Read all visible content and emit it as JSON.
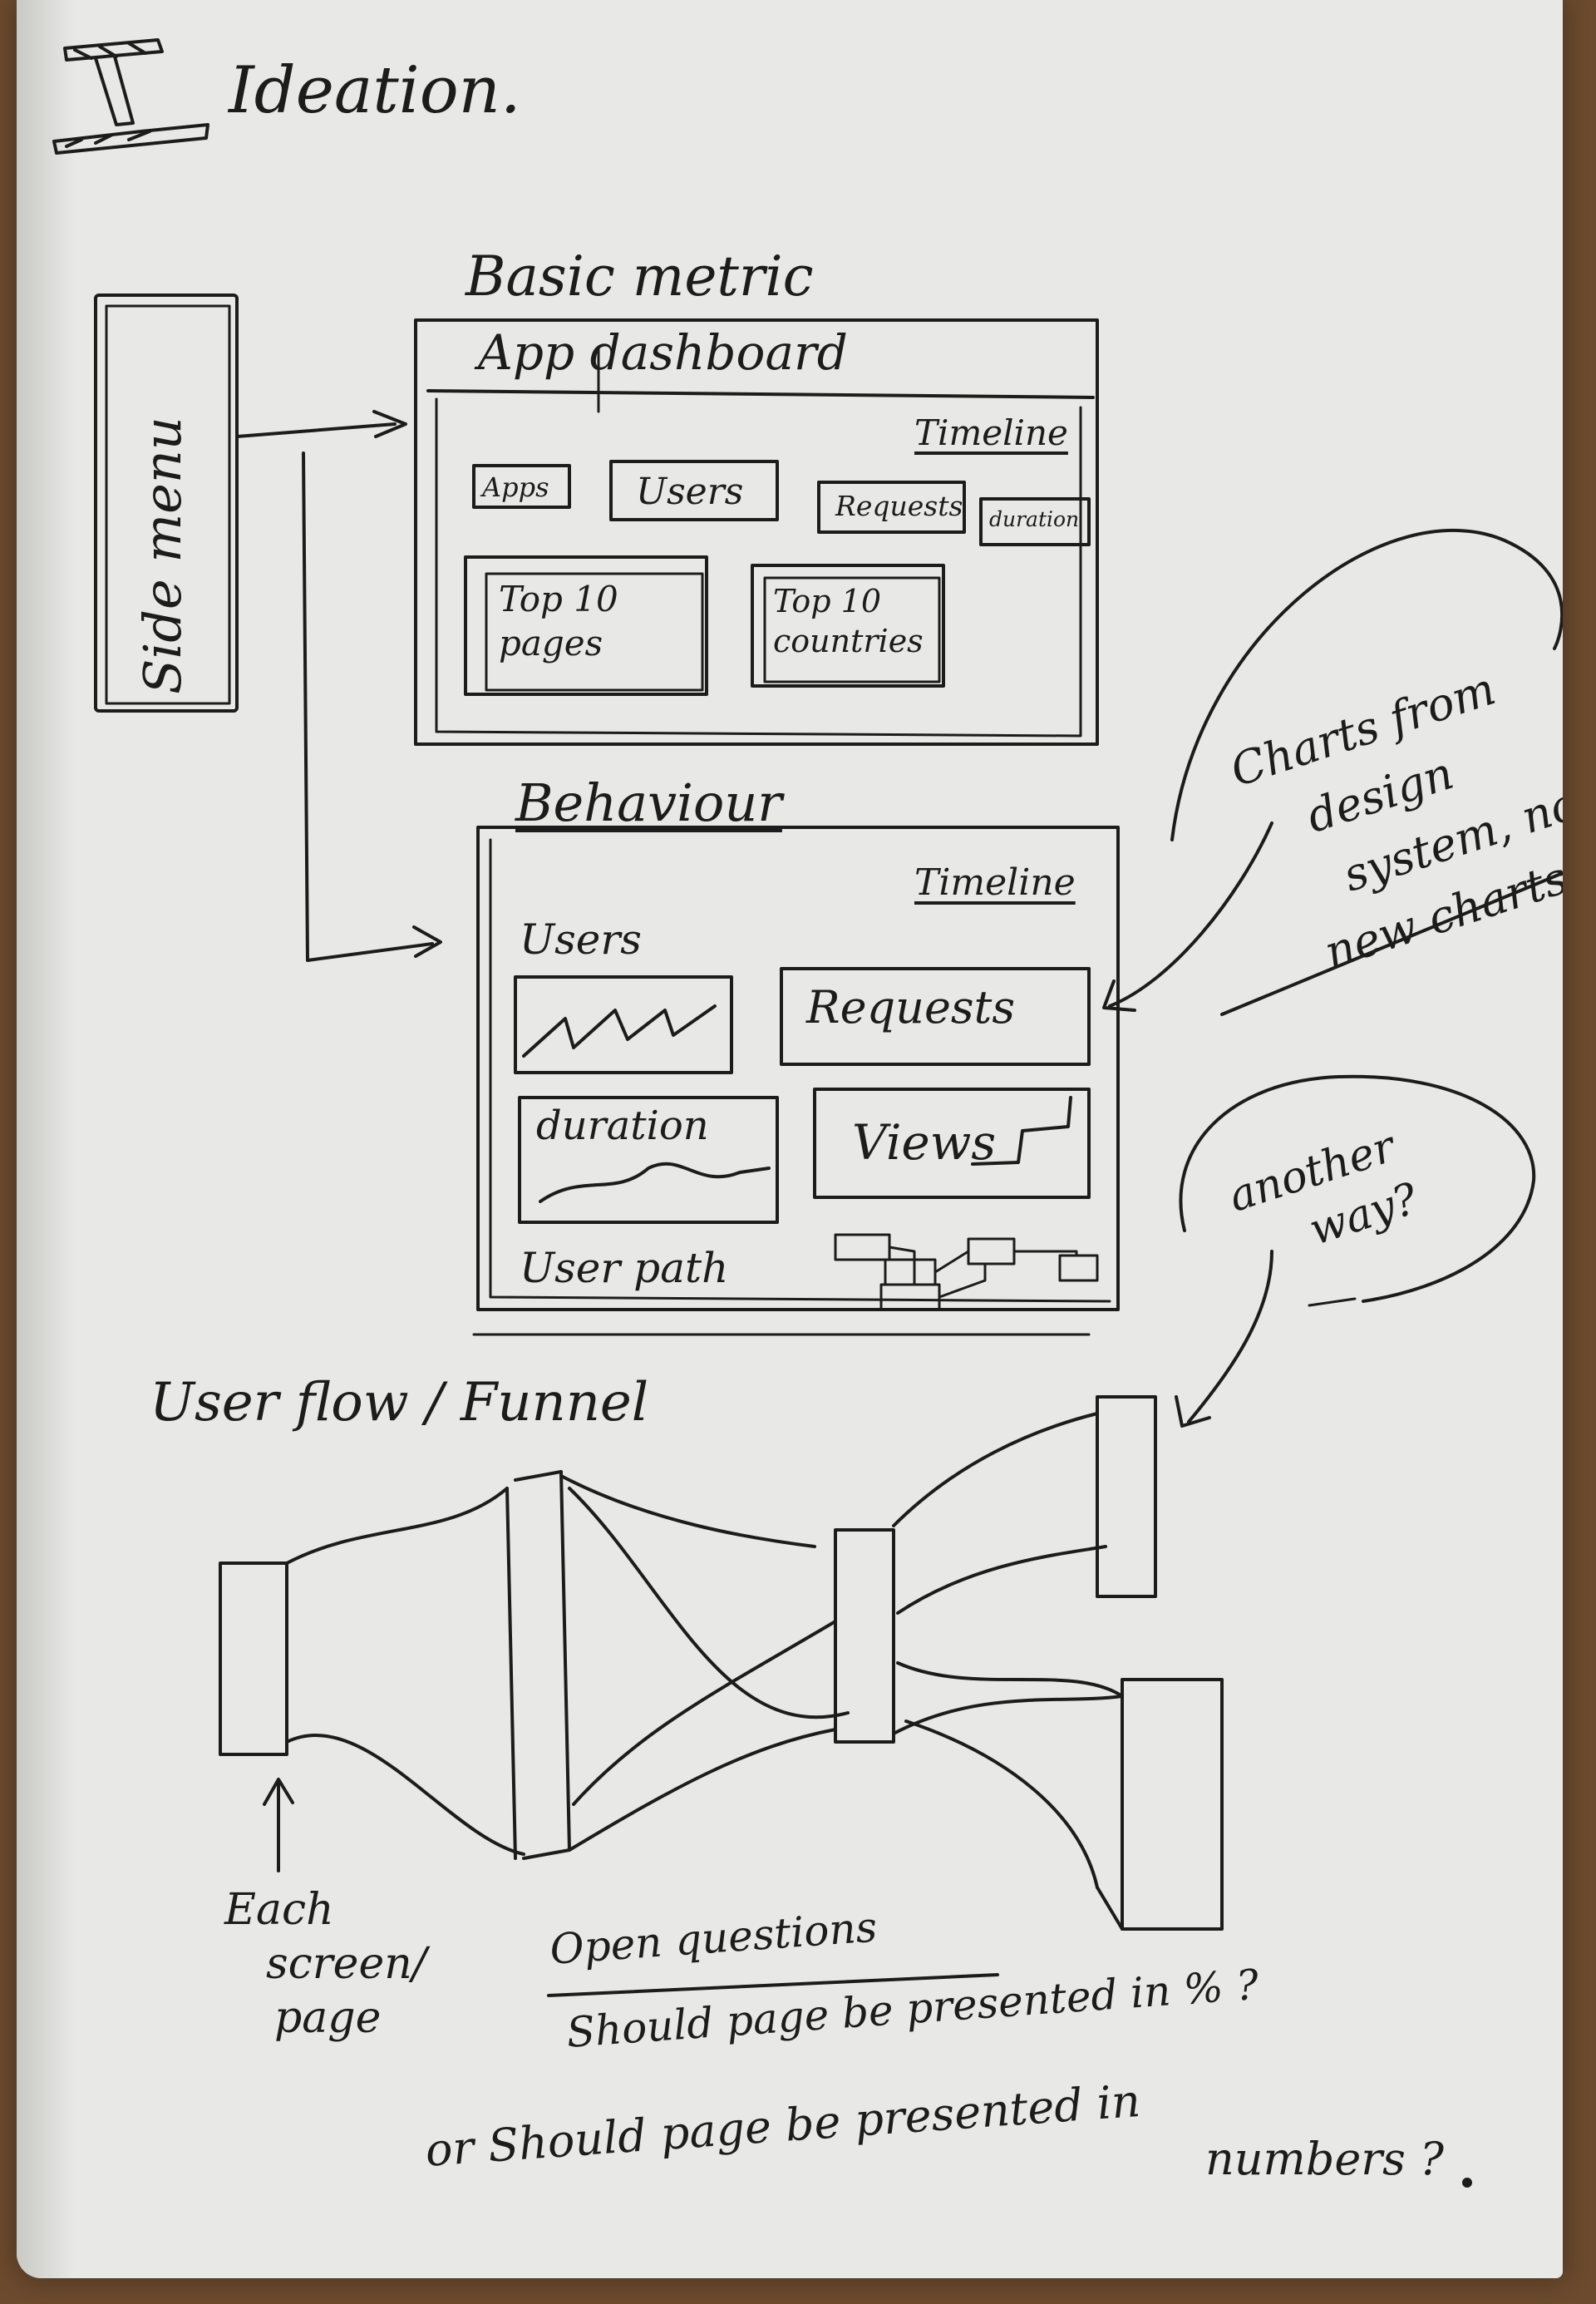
{
  "title": "Ideation.",
  "side_menu": {
    "label": "Side menu"
  },
  "basic_metric": {
    "heading": "Basic metric",
    "dashboard_title": "App dashboard",
    "timeline": "Timeline",
    "cards": [
      "Apps",
      "Users",
      "Requests",
      "duration"
    ],
    "panels": [
      "Top 10 pages",
      "Top 10 countries"
    ]
  },
  "behaviour": {
    "heading": "Behaviour",
    "timeline": "Timeline",
    "users_label": "Users",
    "requests": "Requests",
    "duration": "duration",
    "views": "Views",
    "user_path": "User path"
  },
  "notes": {
    "charts": [
      "Charts from",
      "design",
      "system, no",
      "new charts."
    ],
    "another_way": [
      "another",
      "way?"
    ]
  },
  "funnel": {
    "heading": "User flow / Funnel",
    "each_screen": [
      "Each",
      "screen/",
      "page"
    ]
  },
  "open_questions": {
    "heading": "Open questions",
    "q1": "Should page be presented in % ?",
    "q2a": "or Should page be presented in",
    "q2b": "numbers ?"
  },
  "colors": {
    "paper": "#e8e9e6",
    "ink": "#1c1c1c",
    "table": "#6b4a2e"
  }
}
